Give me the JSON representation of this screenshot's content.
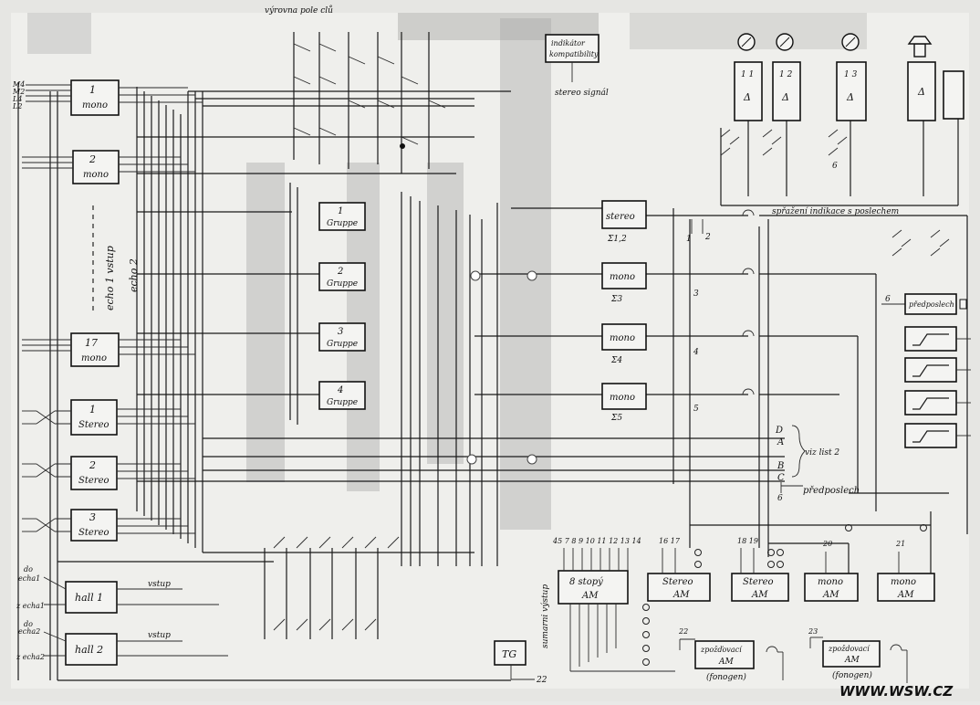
{
  "header": {
    "top_label": "výrovna pole clů"
  },
  "inputs": [
    {
      "num": "1",
      "type": "mono"
    },
    {
      "num": "2",
      "type": "mono"
    },
    {
      "num": "17",
      "type": "mono"
    },
    {
      "num": "1",
      "type": "Stereo"
    },
    {
      "num": "2",
      "type": "Stereo"
    },
    {
      "num": "3",
      "type": "Stereo"
    }
  ],
  "input_line_labels": [
    "M4",
    "M2",
    "L4",
    "L2"
  ],
  "vertical_labels": {
    "echo_vstup": "echo 1 vstup",
    "echo2": "echo 2",
    "sum_out": "sumarni výstup"
  },
  "groups": [
    {
      "num": "1",
      "label": "Gruppe"
    },
    {
      "num": "2",
      "label": "Gruppe"
    },
    {
      "num": "3",
      "label": "Gruppe"
    },
    {
      "num": "4",
      "label": "Gruppe"
    }
  ],
  "sums": [
    {
      "label": "stereo",
      "sub": "Σ1,2"
    },
    {
      "label": "mono",
      "sub": "Σ3"
    },
    {
      "label": "mono",
      "sub": "Σ4"
    },
    {
      "label": "mono",
      "sub": "Σ5"
    }
  ],
  "sum_taps": [
    "1",
    "2",
    "3",
    "4",
    "5"
  ],
  "indicator": {
    "line1": "indikátor",
    "line2": "kompatibility",
    "signal": "stereo signál"
  },
  "meters": [
    "1 1",
    "1 2",
    "1 3"
  ],
  "meter_symbol": "Δ",
  "meter_tap": "6",
  "coupling_label": "spřažení indikace s poslechem",
  "monitor": {
    "label": "předposlech",
    "tap": "6"
  },
  "viz": {
    "letters": [
      "D",
      "A",
      "B",
      "C"
    ],
    "note": "viz list 2"
  },
  "predposlech_out": {
    "num": "6",
    "label": "předposlech"
  },
  "halls": [
    {
      "label": "hall 1",
      "do": "do",
      "echo_to": "echa1",
      "echo_from": "z echa1",
      "vstup": "vstup"
    },
    {
      "label": "hall 2",
      "do": "do",
      "echo_to": "echa2",
      "echo_from": "z echa2",
      "vstup": "vstup"
    }
  ],
  "tg": {
    "label": "TG",
    "out": "22"
  },
  "multitrack": {
    "line1": "8 stopý",
    "line2": "AM",
    "tracks": "45 7 8 9 10 11 12 13 14"
  },
  "recorders": [
    {
      "line1": "Stereo",
      "line2": "AM",
      "tracks": "16 17"
    },
    {
      "line1": "Stereo",
      "line2": "AM",
      "tracks": "18 19"
    },
    {
      "line1": "mono",
      "line2": "AM",
      "tracks": "20"
    },
    {
      "line1": "mono",
      "line2": "AM",
      "tracks": "21"
    }
  ],
  "delays": [
    {
      "line1": "zpožďovací",
      "line2": "AM",
      "note": "(fonogen)",
      "num": "22"
    },
    {
      "line1": "zpoždovací",
      "line2": "AM",
      "note": "(fonogen)",
      "num": "23"
    }
  ],
  "watermark": "WWW.WSW.CZ"
}
